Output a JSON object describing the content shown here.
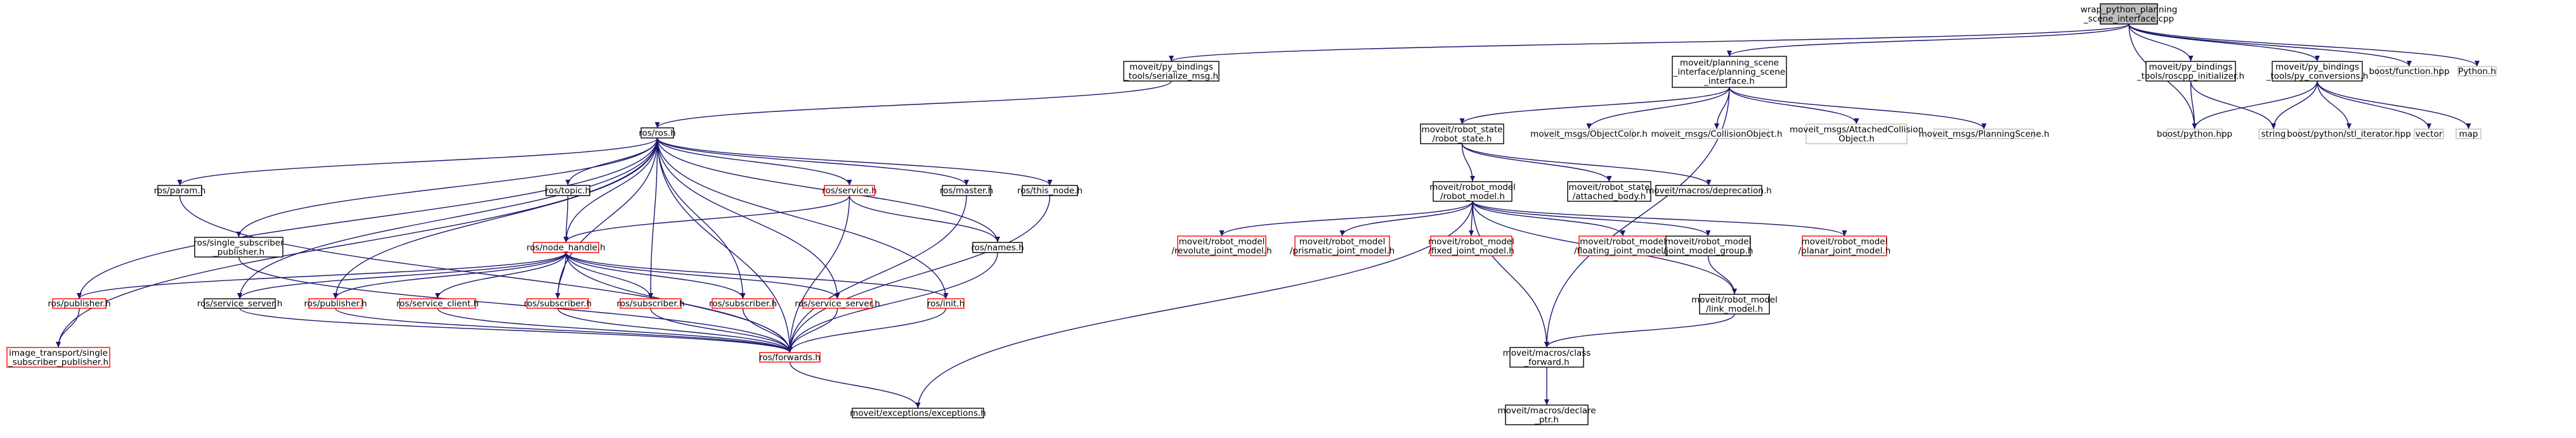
{
  "title": "wrap_python_planning_scene_interface.cpp",
  "colors": {
    "root_fill": "#bfbfbf",
    "root_border": "#000000",
    "normal_border": "#000000",
    "missing_border": "#ff0000",
    "external_border": "#bfbfbf",
    "external_text": "#555555",
    "edge": "#191970"
  },
  "nodes": [
    {
      "id": "n_root",
      "kind": "root",
      "lines": [
        "wrap_python_planning",
        "_scene_interface.cpp"
      ]
    },
    {
      "id": "n_serialize",
      "kind": "normal",
      "lines": [
        "moveit/py_bindings",
        "_tools/serialize_msg.h"
      ]
    },
    {
      "id": "n_psi",
      "kind": "normal",
      "lines": [
        "moveit/planning_scene",
        "_interface/planning_scene",
        "_interface.h"
      ]
    },
    {
      "id": "n_roscpp_init",
      "kind": "normal",
      "lines": [
        "moveit/py_bindings",
        "_tools/roscpp_initializer.h"
      ]
    },
    {
      "id": "n_pyconv",
      "kind": "normal",
      "lines": [
        "moveit/py_bindings",
        "_tools/py_conversions.h"
      ]
    },
    {
      "id": "n_boostfunc",
      "kind": "external",
      "lines": [
        "boost/function.hpp"
      ]
    },
    {
      "id": "n_python",
      "kind": "external",
      "lines": [
        "Python.h"
      ]
    },
    {
      "id": "n_rosh",
      "kind": "normal",
      "lines": [
        "ros/ros.h"
      ]
    },
    {
      "id": "n_robotstate",
      "kind": "normal",
      "lines": [
        "moveit/robot_state",
        "/robot_state.h"
      ]
    },
    {
      "id": "n_objcolor",
      "kind": "external",
      "lines": [
        "moveit_msgs/ObjectColor.h"
      ]
    },
    {
      "id": "n_collobj",
      "kind": "external",
      "lines": [
        "moveit_msgs/CollisionObject.h"
      ]
    },
    {
      "id": "n_attcoll",
      "kind": "external",
      "lines": [
        "moveit_msgs/AttachedCollision",
        "Object.h"
      ]
    },
    {
      "id": "n_plscene",
      "kind": "external",
      "lines": [
        "moveit_msgs/PlanningScene.h"
      ]
    },
    {
      "id": "n_boostpy",
      "kind": "external",
      "lines": [
        "boost/python.hpp"
      ]
    },
    {
      "id": "n_string",
      "kind": "external",
      "lines": [
        "string"
      ]
    },
    {
      "id": "n_stliter",
      "kind": "external",
      "lines": [
        "boost/python/stl_iterator.hpp"
      ]
    },
    {
      "id": "n_vector",
      "kind": "external",
      "lines": [
        "vector"
      ]
    },
    {
      "id": "n_map",
      "kind": "external",
      "lines": [
        "map"
      ]
    },
    {
      "id": "n_param",
      "kind": "normal",
      "lines": [
        "ros/param.h"
      ]
    },
    {
      "id": "n_topic",
      "kind": "normal",
      "lines": [
        "ros/topic.h"
      ]
    },
    {
      "id": "n_service",
      "kind": "missing",
      "lines": [
        "ros/service.h"
      ]
    },
    {
      "id": "n_master",
      "kind": "normal",
      "lines": [
        "ros/master.h"
      ]
    },
    {
      "id": "n_thisnode",
      "kind": "normal",
      "lines": [
        "ros/this_node.h"
      ]
    },
    {
      "id": "n_attached",
      "kind": "normal",
      "lines": [
        "moveit/robot_state",
        "/attached_body.h"
      ]
    },
    {
      "id": "n_deprecation",
      "kind": "normal",
      "lines": [
        "moveit/macros/deprecation.h"
      ]
    },
    {
      "id": "n_robotmodel",
      "kind": "normal",
      "lines": [
        "moveit/robot_model",
        "/robot_model.h"
      ]
    },
    {
      "id": "n_singlesub",
      "kind": "normal",
      "lines": [
        "ros/single_subscriber",
        "_publisher.h"
      ]
    },
    {
      "id": "n_nodehandle",
      "kind": "missing",
      "lines": [
        "ros/node_handle.h"
      ]
    },
    {
      "id": "n_names",
      "kind": "normal",
      "lines": [
        "ros/names.h"
      ]
    },
    {
      "id": "n_revolute",
      "kind": "missing",
      "lines": [
        "moveit/robot_model",
        "/revolute_joint_model.h"
      ]
    },
    {
      "id": "n_prismatic",
      "kind": "missing",
      "lines": [
        "moveit/robot_model",
        "/prismatic_joint_model.h"
      ]
    },
    {
      "id": "n_fixed",
      "kind": "missing",
      "lines": [
        "moveit/robot_model",
        "/fixed_joint_model.h"
      ]
    },
    {
      "id": "n_floating",
      "kind": "missing",
      "lines": [
        "moveit/robot_model",
        "/floating_joint_model.h"
      ]
    },
    {
      "id": "n_jmg",
      "kind": "normal",
      "lines": [
        "moveit/robot_model",
        "/joint_model_group.h"
      ]
    },
    {
      "id": "n_planar",
      "kind": "missing",
      "lines": [
        "moveit/robot_model",
        "/planar_joint_model.h"
      ]
    },
    {
      "id": "n_publisher1",
      "kind": "missing",
      "lines": [
        "ros/publisher.h"
      ]
    },
    {
      "id": "n_svcserver1",
      "kind": "normal",
      "lines": [
        "ros/service_server.h"
      ]
    },
    {
      "id": "n_publisher2",
      "kind": "missing",
      "lines": [
        "ros/publisher.h"
      ]
    },
    {
      "id": "n_svcclient",
      "kind": "missing",
      "lines": [
        "ros/service_client.h"
      ]
    },
    {
      "id": "n_sub1",
      "kind": "missing",
      "lines": [
        "ros/subscriber.h"
      ]
    },
    {
      "id": "n_sub2",
      "kind": "missing",
      "lines": [
        "ros/subscriber.h"
      ]
    },
    {
      "id": "n_sub3",
      "kind": "missing",
      "lines": [
        "ros/subscriber.h"
      ]
    },
    {
      "id": "n_svcserver2",
      "kind": "missing",
      "lines": [
        "ros/service_server.h"
      ]
    },
    {
      "id": "n_init",
      "kind": "missing",
      "lines": [
        "ros/init.h"
      ]
    },
    {
      "id": "n_linkmodel",
      "kind": "normal",
      "lines": [
        "moveit/robot_model",
        "/link_model.h"
      ]
    },
    {
      "id": "n_imgtransport",
      "kind": "missing",
      "lines": [
        "image_transport/single",
        "_subscriber_publisher.h"
      ]
    },
    {
      "id": "n_forwards",
      "kind": "missing",
      "lines": [
        "ros/forwards.h"
      ]
    },
    {
      "id": "n_classfwd",
      "kind": "normal",
      "lines": [
        "moveit/macros/class",
        "_forward.h"
      ]
    },
    {
      "id": "n_exceptions",
      "kind": "normal",
      "lines": [
        "moveit/exceptions/exceptions.h"
      ]
    },
    {
      "id": "n_declareptr",
      "kind": "normal",
      "lines": [
        "moveit/macros/declare",
        "_ptr.h"
      ]
    }
  ],
  "edges": [
    [
      "n_root",
      "n_serialize"
    ],
    [
      "n_root",
      "n_psi"
    ],
    [
      "n_root",
      "n_roscpp_init"
    ],
    [
      "n_root",
      "n_pyconv"
    ],
    [
      "n_root",
      "n_boostfunc"
    ],
    [
      "n_root",
      "n_python"
    ],
    [
      "n_root",
      "n_boostpy"
    ],
    [
      "n_serialize",
      "n_rosh"
    ],
    [
      "n_psi",
      "n_robotstate"
    ],
    [
      "n_psi",
      "n_objcolor"
    ],
    [
      "n_psi",
      "n_collobj"
    ],
    [
      "n_psi",
      "n_attcoll"
    ],
    [
      "n_psi",
      "n_plscene"
    ],
    [
      "n_psi",
      "n_classfwd"
    ],
    [
      "n_roscpp_init",
      "n_boostpy"
    ],
    [
      "n_roscpp_init",
      "n_string"
    ],
    [
      "n_pyconv",
      "n_boostpy"
    ],
    [
      "n_pyconv",
      "n_string"
    ],
    [
      "n_pyconv",
      "n_stliter"
    ],
    [
      "n_pyconv",
      "n_vector"
    ],
    [
      "n_pyconv",
      "n_map"
    ],
    [
      "n_rosh",
      "n_param"
    ],
    [
      "n_rosh",
      "n_topic"
    ],
    [
      "n_rosh",
      "n_service"
    ],
    [
      "n_rosh",
      "n_master"
    ],
    [
      "n_rosh",
      "n_thisnode"
    ],
    [
      "n_rosh",
      "n_singlesub"
    ],
    [
      "n_rosh",
      "n_nodehandle"
    ],
    [
      "n_rosh",
      "n_names"
    ],
    [
      "n_rosh",
      "n_publisher1"
    ],
    [
      "n_rosh",
      "n_svcserver1"
    ],
    [
      "n_rosh",
      "n_publisher2"
    ],
    [
      "n_rosh",
      "n_sub1"
    ],
    [
      "n_rosh",
      "n_sub2"
    ],
    [
      "n_rosh",
      "n_sub3"
    ],
    [
      "n_rosh",
      "n_svcserver2"
    ],
    [
      "n_rosh",
      "n_init"
    ],
    [
      "n_rosh",
      "n_imgtransport"
    ],
    [
      "n_rosh",
      "n_forwards"
    ],
    [
      "n_param",
      "n_forwards"
    ],
    [
      "n_topic",
      "n_nodehandle"
    ],
    [
      "n_service",
      "n_nodehandle"
    ],
    [
      "n_service",
      "n_names"
    ],
    [
      "n_service",
      "n_forwards"
    ],
    [
      "n_master",
      "n_forwards"
    ],
    [
      "n_thisnode",
      "n_forwards"
    ],
    [
      "n_singlesub",
      "n_forwards"
    ],
    [
      "n_names",
      "n_forwards"
    ],
    [
      "n_nodehandle",
      "n_publisher1"
    ],
    [
      "n_nodehandle",
      "n_svcserver1"
    ],
    [
      "n_nodehandle",
      "n_publisher2"
    ],
    [
      "n_nodehandle",
      "n_svcclient"
    ],
    [
      "n_nodehandle",
      "n_sub1"
    ],
    [
      "n_nodehandle",
      "n_sub2"
    ],
    [
      "n_nodehandle",
      "n_sub3"
    ],
    [
      "n_nodehandle",
      "n_svcserver2"
    ],
    [
      "n_nodehandle",
      "n_init"
    ],
    [
      "n_nodehandle",
      "n_forwards"
    ],
    [
      "n_publisher1",
      "n_imgtransport"
    ],
    [
      "n_svcserver1",
      "n_forwards"
    ],
    [
      "n_publisher2",
      "n_forwards"
    ],
    [
      "n_svcclient",
      "n_forwards"
    ],
    [
      "n_sub1",
      "n_forwards"
    ],
    [
      "n_sub2",
      "n_forwards"
    ],
    [
      "n_sub3",
      "n_forwards"
    ],
    [
      "n_svcserver2",
      "n_forwards"
    ],
    [
      "n_init",
      "n_forwards"
    ],
    [
      "n_robotstate",
      "n_attached"
    ],
    [
      "n_robotstate",
      "n_deprecation"
    ],
    [
      "n_robotstate",
      "n_robotmodel"
    ],
    [
      "n_robotmodel",
      "n_revolute"
    ],
    [
      "n_robotmodel",
      "n_prismatic"
    ],
    [
      "n_robotmodel",
      "n_fixed"
    ],
    [
      "n_robotmodel",
      "n_floating"
    ],
    [
      "n_robotmodel",
      "n_jmg"
    ],
    [
      "n_robotmodel",
      "n_planar"
    ],
    [
      "n_robotmodel",
      "n_linkmodel"
    ],
    [
      "n_robotmodel",
      "n_classfwd"
    ],
    [
      "n_robotmodel",
      "n_exceptions"
    ],
    [
      "n_jmg",
      "n_linkmodel"
    ],
    [
      "n_linkmodel",
      "n_classfwd"
    ],
    [
      "n_classfwd",
      "n_declareptr"
    ],
    [
      "n_forwards",
      "n_exceptions"
    ]
  ]
}
